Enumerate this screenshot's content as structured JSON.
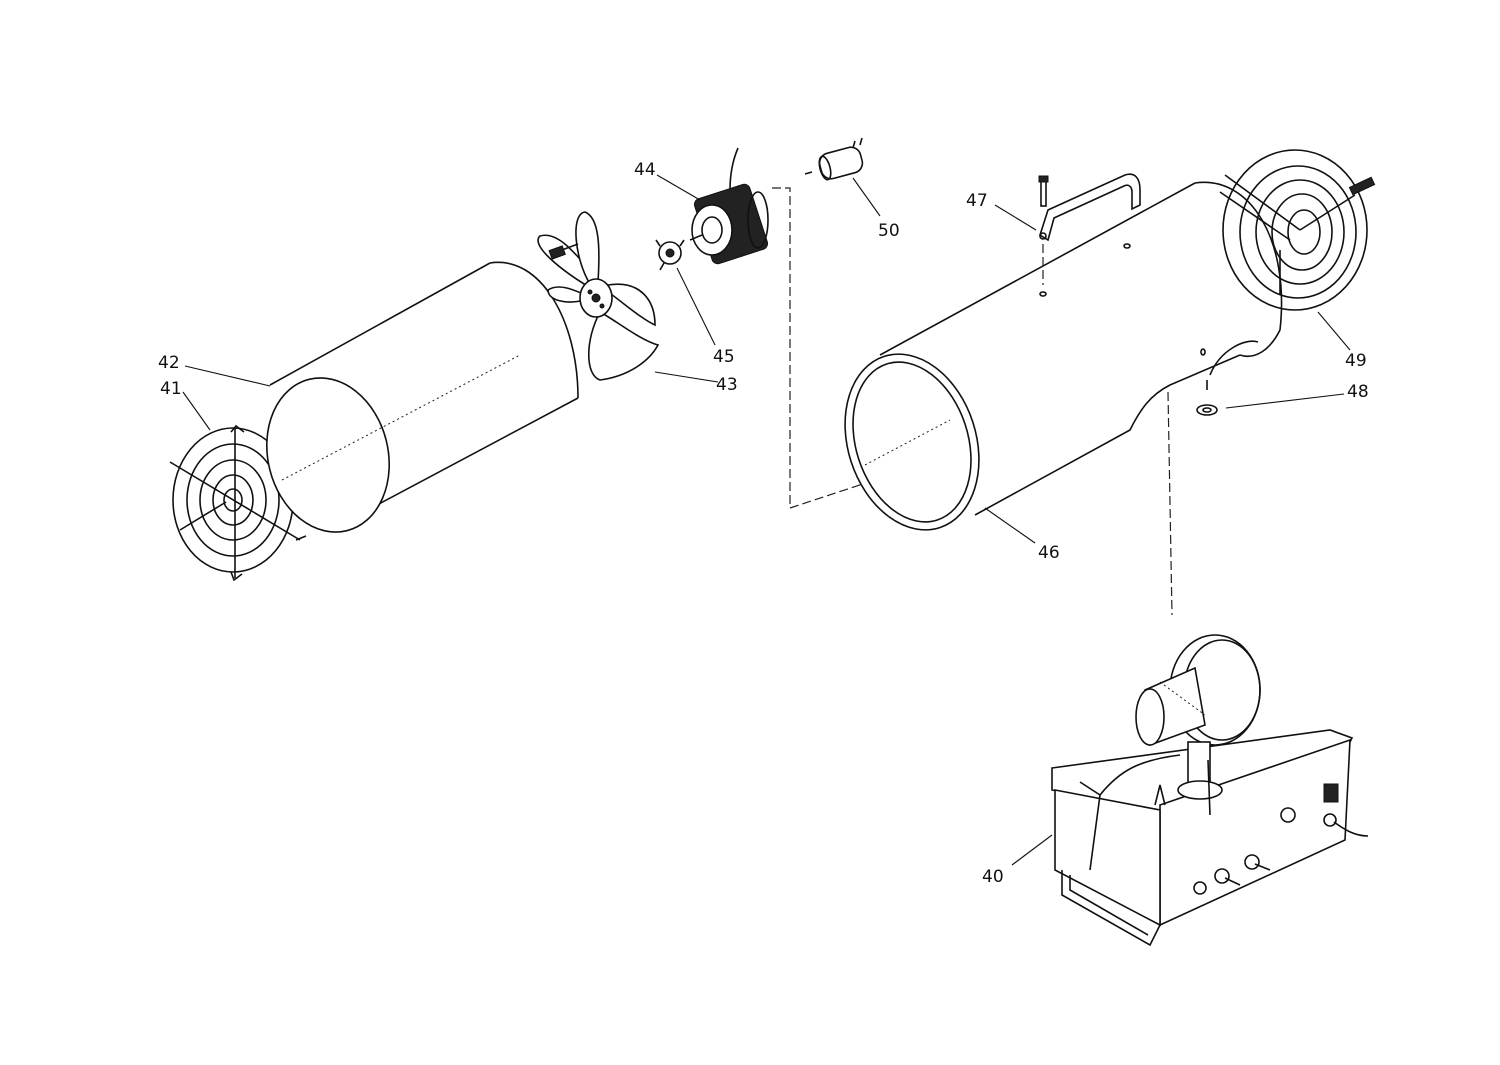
{
  "parts": [
    {
      "id": "p40",
      "label": "40"
    },
    {
      "id": "p41",
      "label": "41"
    },
    {
      "id": "p42",
      "label": "42"
    },
    {
      "id": "p43",
      "label": "43"
    },
    {
      "id": "p44",
      "label": "44"
    },
    {
      "id": "p45",
      "label": "45"
    },
    {
      "id": "p46",
      "label": "46"
    },
    {
      "id": "p47",
      "label": "47"
    },
    {
      "id": "p48",
      "label": "48"
    },
    {
      "id": "p49",
      "label": "49"
    },
    {
      "id": "p50",
      "label": "50"
    }
  ]
}
